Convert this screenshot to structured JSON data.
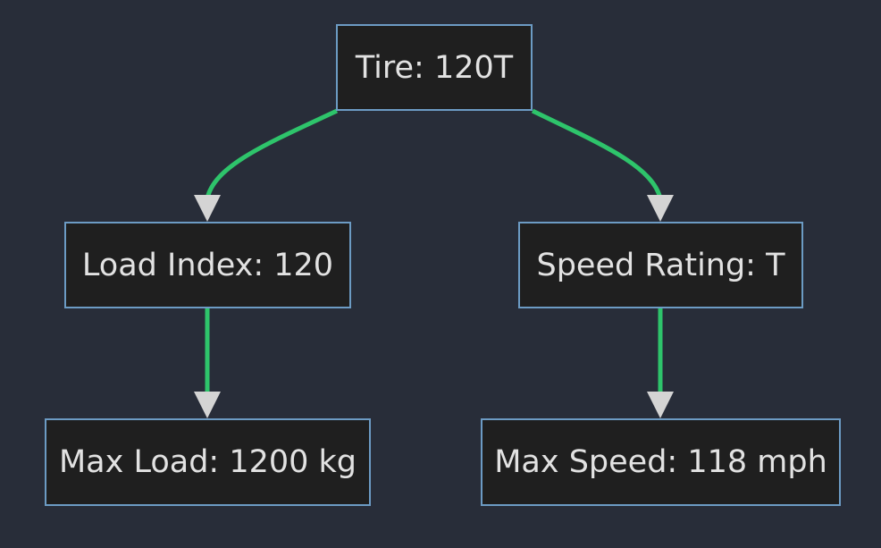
{
  "colors": {
    "background": "#282d39",
    "node_fill": "#1f1f1f",
    "node_border": "#6c9bc4",
    "node_text": "#e2e2e2",
    "edge": "#2ec46b",
    "arrowhead": "#d4d4d4"
  },
  "nodes": {
    "tire": "Tire: 120T",
    "load_index": "Load Index: 120",
    "speed_rating": "Speed Rating: T",
    "max_load": "Max Load: 1200 kg",
    "max_speed": "Max Speed: 118 mph"
  },
  "edges": [
    {
      "from": "tire",
      "to": "load_index"
    },
    {
      "from": "tire",
      "to": "speed_rating"
    },
    {
      "from": "load_index",
      "to": "max_load"
    },
    {
      "from": "speed_rating",
      "to": "max_speed"
    }
  ]
}
